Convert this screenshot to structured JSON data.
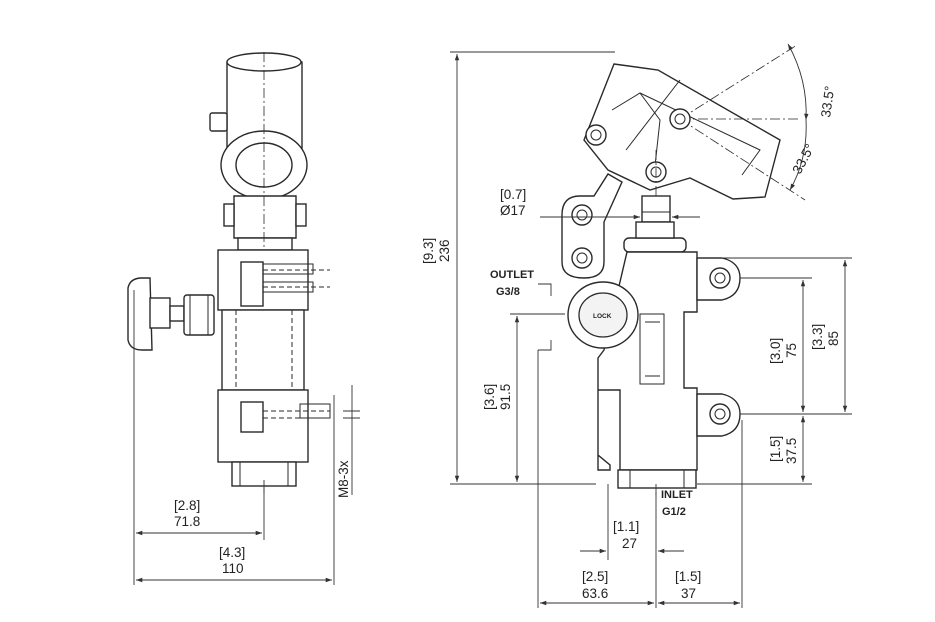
{
  "side_view": {
    "dim_width_inch": "[2.8]",
    "dim_width_mm": "71.8",
    "dim_total_inch": "[4.3]",
    "dim_total_mm": "110",
    "dim_mount_thread": "M8-3x"
  },
  "front_view": {
    "dim_height_inch": "[9.3]",
    "dim_height_mm": "236",
    "dim_piston_inch": "[0.7]",
    "dim_piston_mm": "Ø17",
    "angle_top": "33.5°",
    "angle_lower": "33.5°",
    "outlet_label": "OUTLET",
    "outlet_thread": "G3/8",
    "lock_label": "LOCK",
    "dim_outlet_height_inch": "[3.6]",
    "dim_outlet_height_mm": "91.5",
    "dim_mount_spacing_inch": "[3.0]",
    "dim_mount_spacing_mm": "75",
    "dim_upper_mount_inch": "[3.3]",
    "dim_upper_mount_mm": "85",
    "dim_lower_mount_inch": "[1.5]",
    "dim_lower_mount_mm": "37.5",
    "inlet_label": "INLET",
    "inlet_thread": "G1/2",
    "dim_inlet_offset_inch": "[1.1]",
    "dim_inlet_offset_mm": "27",
    "dim_left_inch": "[2.5]",
    "dim_left_mm": "63.6",
    "dim_right_inch": "[1.5]",
    "dim_right_mm": "37"
  }
}
